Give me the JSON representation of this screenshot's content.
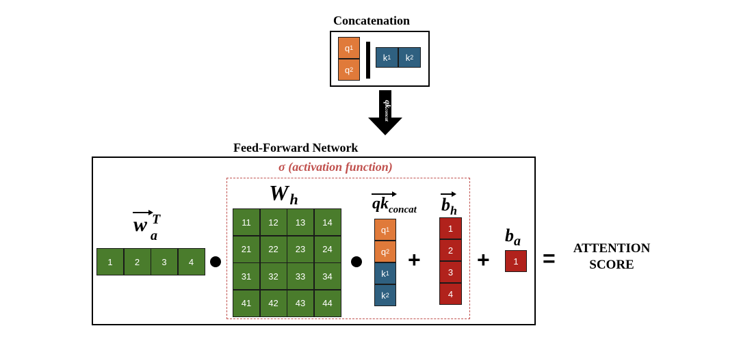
{
  "concat": {
    "title": "Concatenation",
    "q": [
      {
        "base": "q",
        "sub": "1"
      },
      {
        "base": "q",
        "sub": "2"
      }
    ],
    "k": [
      {
        "base": "k",
        "sub": "1"
      },
      {
        "base": "k",
        "sub": "2"
      }
    ],
    "arrow_label": {
      "base": "qk",
      "sub": "concat"
    }
  },
  "ffn": {
    "title": "Feed-Forward Network",
    "activation": {
      "symbol": "σ",
      "text": "(activation function)"
    },
    "wa": {
      "symbol": "w",
      "sub": "a",
      "sup": "T",
      "values": [
        "1",
        "2",
        "3",
        "4"
      ]
    },
    "wh": {
      "symbol": "W",
      "sub": "h",
      "rows": [
        [
          "11",
          "12",
          "13",
          "14"
        ],
        [
          "21",
          "22",
          "23",
          "24"
        ],
        [
          "31",
          "32",
          "33",
          "34"
        ],
        [
          "41",
          "42",
          "43",
          "44"
        ]
      ]
    },
    "qk": {
      "symbol": "qk",
      "sub": "concat",
      "cells": [
        {
          "base": "q",
          "sub": "1"
        },
        {
          "base": "q",
          "sub": "2"
        },
        {
          "base": "k",
          "sub": "1"
        },
        {
          "base": "k",
          "sub": "2"
        }
      ]
    },
    "bh": {
      "symbol": "b",
      "sub": "h",
      "values": [
        "1",
        "2",
        "3",
        "4"
      ]
    },
    "ba": {
      "symbol": "b",
      "sub": "a",
      "values": [
        "1"
      ]
    },
    "ops": {
      "plus": "+",
      "equals": "="
    },
    "result": {
      "line1": "ATTENTION",
      "line2": "SCORE"
    }
  },
  "colors": {
    "green": "#4a7c2c",
    "orange": "#e07a3a",
    "blue": "#2f6080",
    "red": "#b1221c",
    "dashed": "#c0504d"
  }
}
